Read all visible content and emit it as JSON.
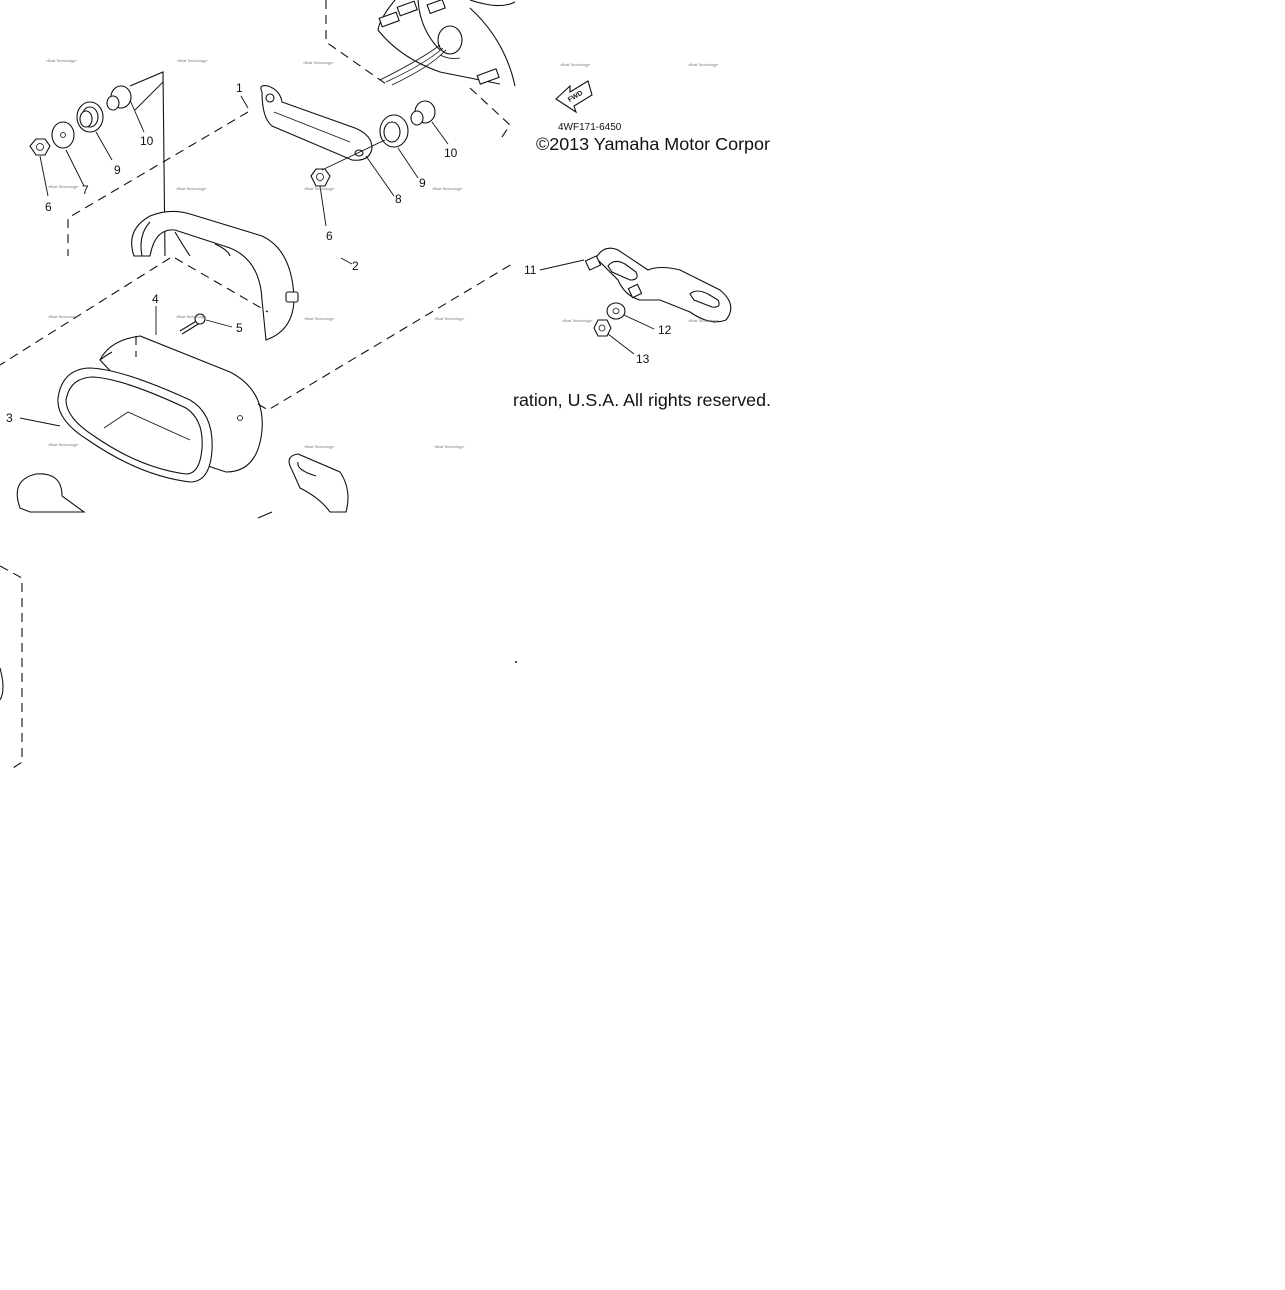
{
  "diagram": {
    "part_code": "4WF171-6450",
    "copyright_part1": "©2013 Yamaha Motor Corpor",
    "copyright_part2": "ration, U.S.A. All rights reserved.",
    "fwd_label": "FWD",
    "watermark": "«Boat Technology»",
    "callouts": [
      {
        "id": "1",
        "label": "1"
      },
      {
        "id": "2",
        "label": "2"
      },
      {
        "id": "3",
        "label": "3"
      },
      {
        "id": "4",
        "label": "4"
      },
      {
        "id": "5",
        "label": "5"
      },
      {
        "id": "6a",
        "label": "6"
      },
      {
        "id": "6b",
        "label": "6"
      },
      {
        "id": "7",
        "label": "7"
      },
      {
        "id": "8",
        "label": "8"
      },
      {
        "id": "9a",
        "label": "9"
      },
      {
        "id": "9b",
        "label": "9"
      },
      {
        "id": "10a",
        "label": "10"
      },
      {
        "id": "10b",
        "label": "10"
      },
      {
        "id": "11",
        "label": "11"
      },
      {
        "id": "12",
        "label": "12"
      },
      {
        "id": "13",
        "label": "13"
      }
    ],
    "colors": {
      "line": "#111111",
      "background": "#ffffff"
    }
  }
}
